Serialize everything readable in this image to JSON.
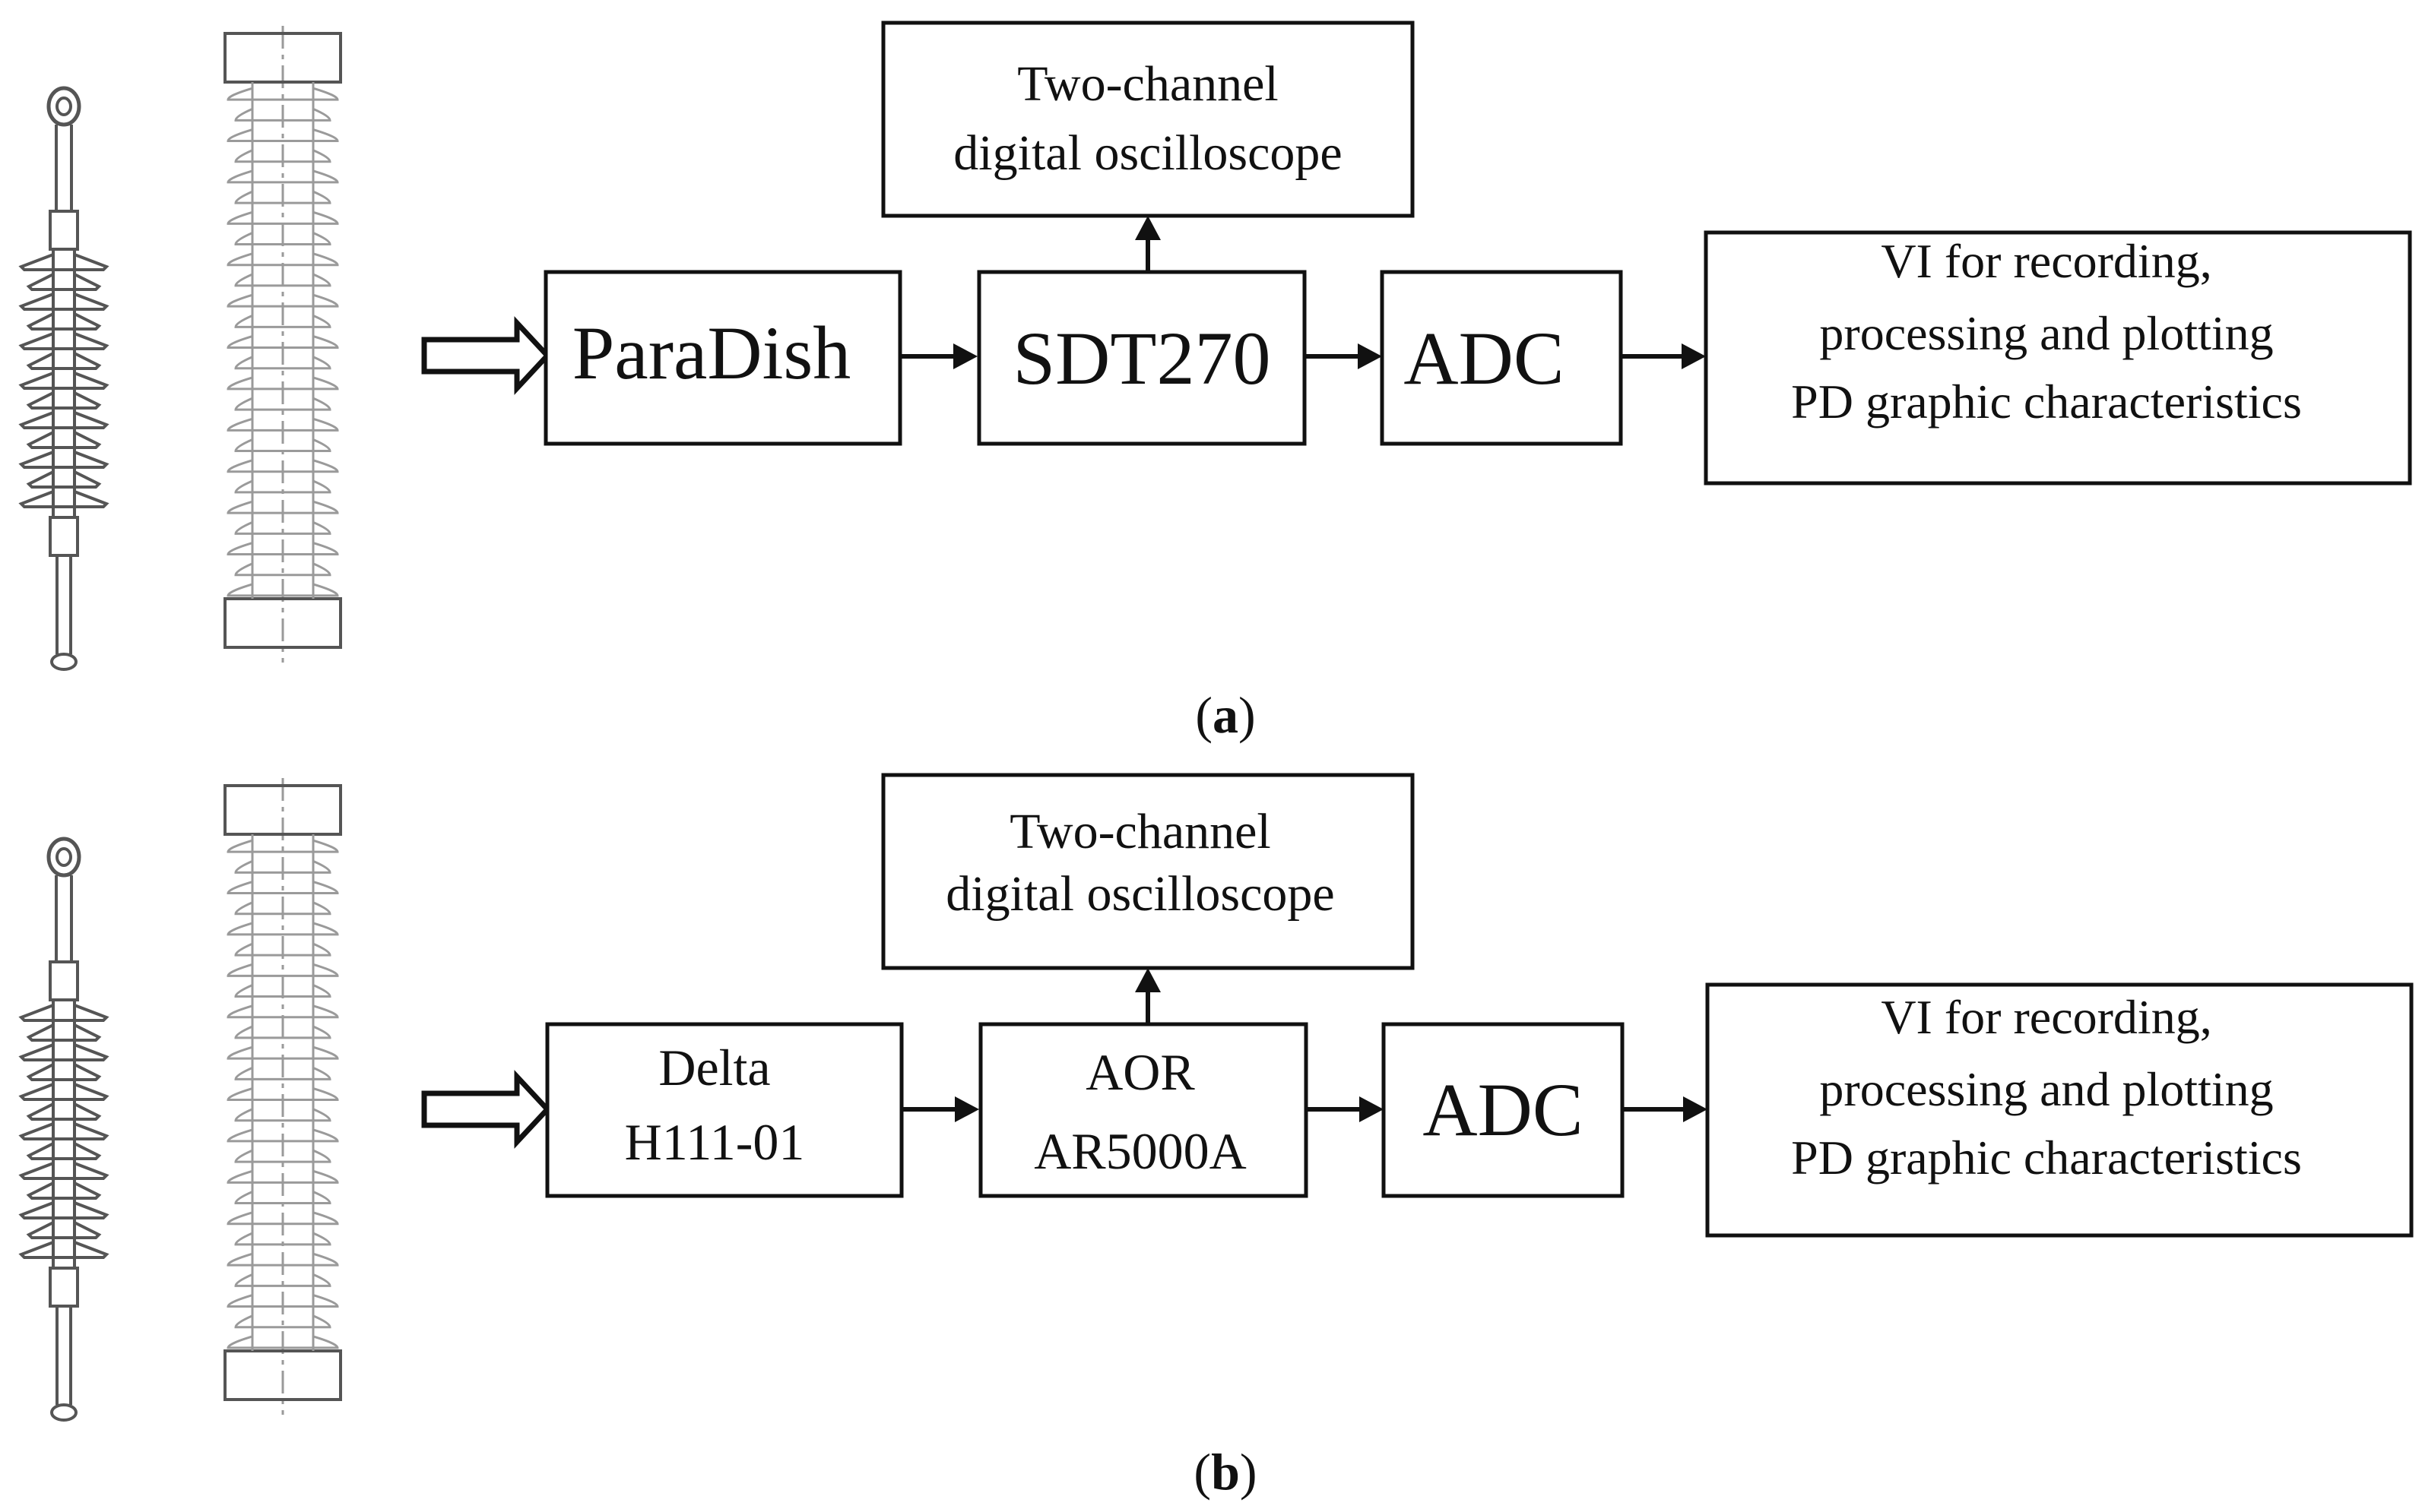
{
  "panels": [
    {
      "id": "a",
      "caption_open": "(",
      "caption_letter": "a",
      "caption_close": ")",
      "oscilloscope": [
        "Two-channel",
        "digital oscilloscope"
      ],
      "sensor": [
        "ParaDish"
      ],
      "receiver": [
        "SDT270"
      ],
      "adc": [
        "ADC"
      ],
      "vi": [
        "VI for recording,",
        "processing and plotting",
        "PD graphic characteristics"
      ]
    },
    {
      "id": "b",
      "caption_open": "(",
      "caption_letter": "b",
      "caption_close": ")",
      "oscilloscope": [
        "Two-channel",
        "digital oscilloscope"
      ],
      "sensor": [
        "Delta",
        "H111-01"
      ],
      "receiver": [
        "AOR",
        "AR5000A"
      ],
      "adc": [
        "ADC"
      ],
      "vi": [
        "VI for recording,",
        "processing and plotting",
        "PD graphic characteristics"
      ]
    }
  ]
}
